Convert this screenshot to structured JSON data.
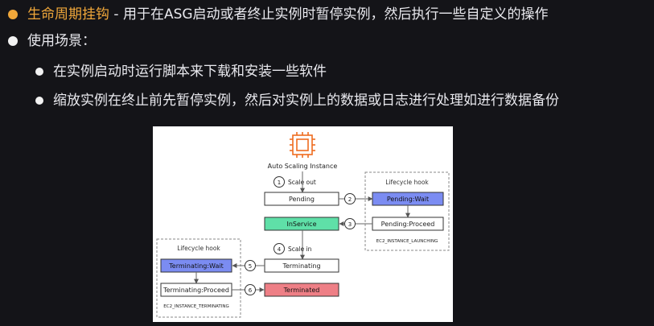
{
  "bullets": {
    "item1": {
      "highlight": "生命周期挂钩",
      "text": " - 用于在ASG启动或者终止实例时暂停实例，然后执行一些自定义的操作",
      "bullet_color": "#f0a73a"
    },
    "item2": {
      "text": "使用场景：",
      "bullet_color": "#f2f2f2"
    },
    "sub1": {
      "text": "在实例启动时运行脚本来下载和安装一些软件"
    },
    "sub2": {
      "text": "缩放实例在终止前先暂停实例，然后对实例上的数据或日志进行处理如进行数据备份"
    }
  },
  "diagram": {
    "instance_icon": "chip-icon",
    "instance_label": "Auto Scaling Instance",
    "colors": {
      "wait": "#7b8cf2",
      "inservice": "#5fe0a8",
      "terminated": "#ee7f86",
      "icon": "#ee6c1f"
    },
    "step1": {
      "num": "1",
      "label": "Scale out"
    },
    "step2": {
      "num": "2"
    },
    "step3": {
      "num": "3"
    },
    "step4": {
      "num": "4",
      "label": "Scale in"
    },
    "step5": {
      "num": "5"
    },
    "step6": {
      "num": "6"
    },
    "states": {
      "pending": "Pending",
      "inservice": "InService",
      "terminating": "Terminating",
      "terminated": "Terminated",
      "pending_wait": "Pending:Wait",
      "pending_proceed": "Pending:Proceed",
      "terminating_wait": "Terminating:Wait",
      "terminating_proceed": "Terminating:Proceed"
    },
    "hooks": {
      "launch_title": "Lifecycle hook",
      "launch_event": "EC2_INSTANCE_LAUNCHING",
      "term_title": "Lifecycle hook",
      "term_event": "EC2_INSTANCE_TERMINATING"
    }
  }
}
